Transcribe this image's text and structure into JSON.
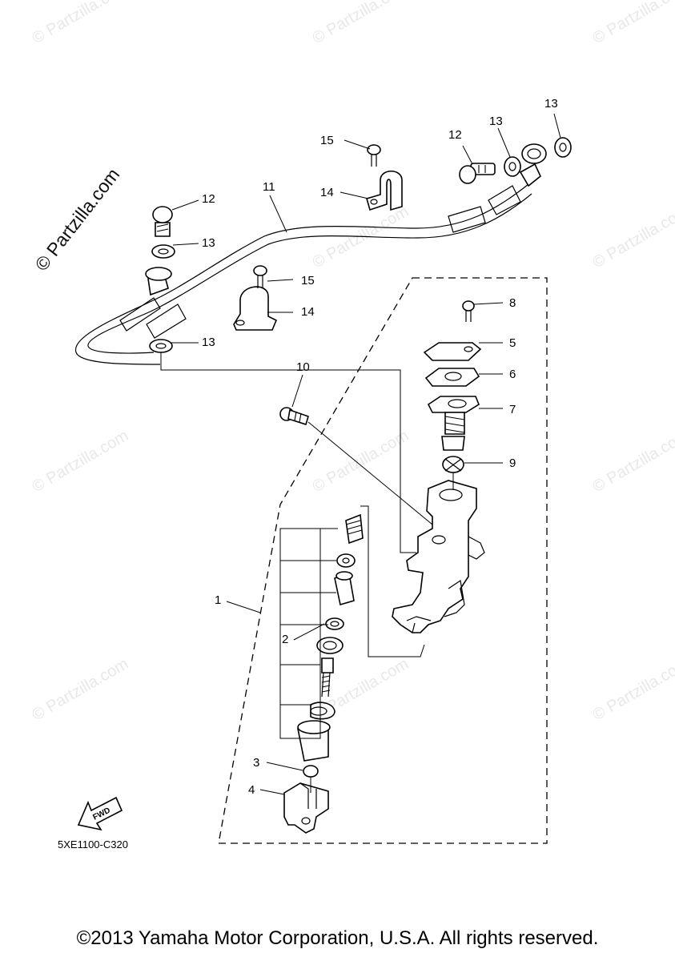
{
  "watermarks": {
    "main": "© Partzilla.com",
    "faint": "© Partzilla.com"
  },
  "callouts": {
    "n1": "1",
    "n2": "2",
    "n3": "3",
    "n4": "4",
    "n5": "5",
    "n6": "6",
    "n7": "7",
    "n8": "8",
    "n9": "9",
    "n10": "10",
    "n11": "11",
    "n12a": "12",
    "n12b": "12",
    "n13a": "13",
    "n13b": "13",
    "n13c": "13",
    "n13d": "13",
    "n14a": "14",
    "n14b": "14",
    "n15a": "15",
    "n15b": "15"
  },
  "fwd_label": "FWD",
  "diagram_code": "5XE1100-C320",
  "copyright": "©2013 Yamaha Motor Corporation, U.S.A. All rights reserved."
}
